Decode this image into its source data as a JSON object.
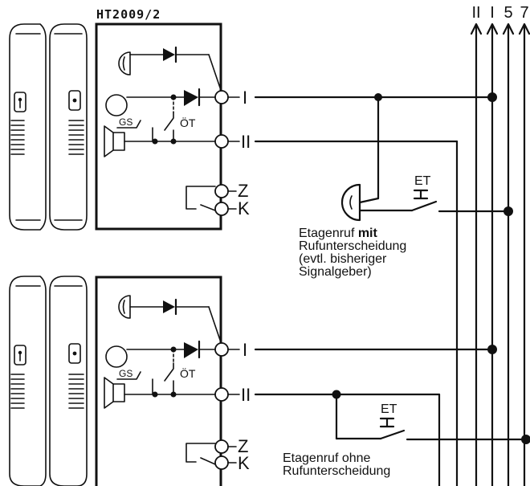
{
  "device_title": "HT2009/2",
  "bus_labels": [
    "II",
    "I",
    "5",
    "7"
  ],
  "terminals": [
    "I",
    "II",
    "Z",
    "K"
  ],
  "components": {
    "gs": "GS",
    "oet": "ÖT",
    "et": "ET"
  },
  "captions": {
    "upper": [
      "Etagenruf ",
      "mit",
      "Rufunterscheidung",
      "(evtl. bisheriger",
      "Signalgeber)"
    ],
    "lower": [
      "Etagenruf ohne",
      "Rufunterscheidung"
    ]
  }
}
